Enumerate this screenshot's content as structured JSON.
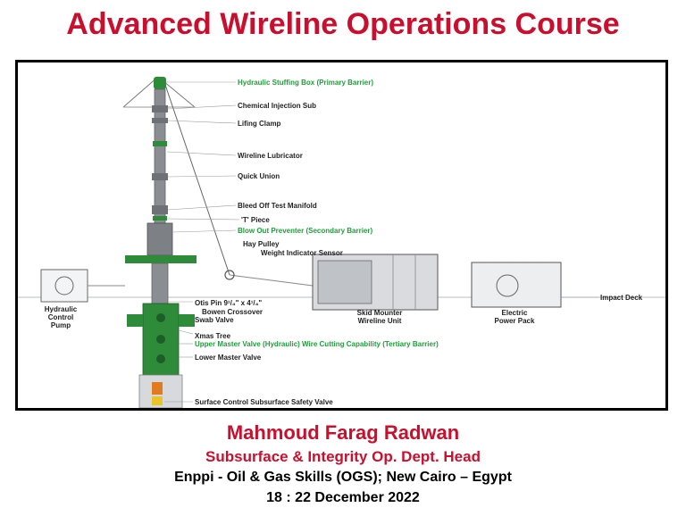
{
  "header": {
    "title": "Advanced Wireline Operations Course"
  },
  "colors": {
    "title": "#c8102e",
    "green_label": "#1f9d3a",
    "equipment_green": "#2e8b3a",
    "steel": "#8a8d92"
  },
  "diagram": {
    "callouts": [
      {
        "text": "Hydraulic Stuffing Box (Primary Barrier)",
        "highlight": true
      },
      {
        "text": "Chemical Injection Sub",
        "highlight": false
      },
      {
        "text": "Lifing Clamp",
        "highlight": false
      },
      {
        "text": "Wireline Lubricator",
        "highlight": false
      },
      {
        "text": "Quick Union",
        "highlight": false
      },
      {
        "text": "Bleed Off Test Manifold",
        "highlight": false
      },
      {
        "text": "'T' Piece",
        "highlight": false
      },
      {
        "text": "Blow Out Preventer (Secondary Barrier)",
        "highlight": true
      },
      {
        "text": "Hay Pulley",
        "highlight": false
      },
      {
        "text": "Weight Indicator Sensor",
        "highlight": false
      },
      {
        "text": "Otis Pin 9¹/₄\" x 4¹/₄\"",
        "highlight": false
      },
      {
        "text": "Bowen Crossover",
        "highlight": false
      },
      {
        "text": "Swab Valve",
        "highlight": false
      },
      {
        "text": "Xmas Tree",
        "highlight": false
      },
      {
        "text": "Upper Master Valve (Hydraulic) Wire Cutting Capability (Tertiary Barrier)",
        "highlight": true
      },
      {
        "text": "Lower Master Valve",
        "highlight": false
      },
      {
        "text": "Surface Control Subsurface Safety Valve",
        "highlight": false
      }
    ],
    "equipment": {
      "pump_line1": "Hydraulic",
      "pump_line2": "Control",
      "pump_line3": "Pump",
      "unit_line1": "Skid Mounter",
      "unit_line2": "Wireline Unit",
      "power_line1": "Electric",
      "power_line2": "Power Pack",
      "deck": "Impact Deck"
    }
  },
  "footer": {
    "name": "Mahmoud Farag Radwan",
    "position": "Subsurface & Integrity Op. Dept. Head",
    "organization": "Enppi - Oil & Gas Skills (OGS); New Cairo – Egypt",
    "dates": "18 : 22 December 2022"
  }
}
